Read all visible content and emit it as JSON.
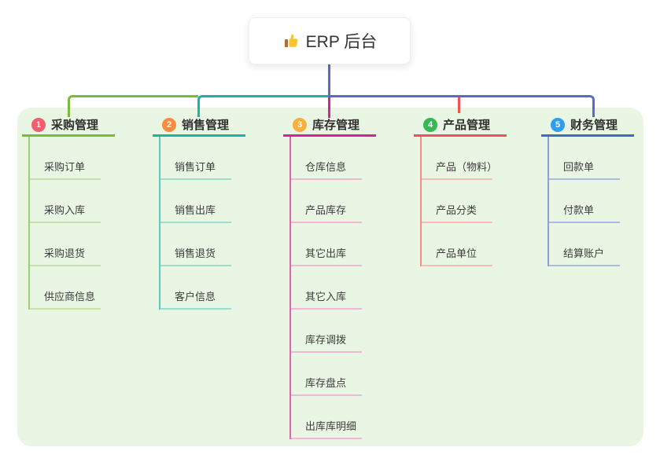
{
  "root": {
    "title": "ERP 后台",
    "icon": "thumbs-up-icon"
  },
  "branches": [
    {
      "index": "1",
      "label": "采购管理",
      "badge_color": "#f25e6d",
      "line_color": "#7cb93e",
      "child_line_color": "#c6e1a9",
      "children": [
        "采购订单",
        "采购入库",
        "采购退货",
        "供应商信息"
      ]
    },
    {
      "index": "2",
      "label": "销售管理",
      "badge_color": "#fb8c3e",
      "line_color": "#17b4a7",
      "child_line_color": "#9bdcd3",
      "children": [
        "销售订单",
        "销售出库",
        "销售退货",
        "客户信息"
      ]
    },
    {
      "index": "3",
      "label": "库存管理",
      "badge_color": "#fbb03c",
      "line_color": "#d6219c",
      "child_line_color": "#f1b6d8",
      "children": [
        "仓库信息",
        "产品库存",
        "其它出库",
        "其它入库",
        "库存调拨",
        "库存盘点",
        "出库库明细"
      ]
    },
    {
      "index": "4",
      "label": "产品管理",
      "badge_color": "#36b854",
      "line_color": "#f0544e",
      "child_line_color": "#f8bcb6",
      "children": [
        "产品（物料）",
        "产品分类",
        "产品单位"
      ]
    },
    {
      "index": "5",
      "label": "财务管理",
      "badge_color": "#2e9ff0",
      "line_color": "#4565c8",
      "child_line_color": "#abbae5",
      "children": [
        "回款单",
        "付款单",
        "结算账户"
      ]
    }
  ],
  "colors": {
    "root_connector": "#5a6bc5",
    "panel_background": "#eaf6e4",
    "canvas_background": "#ffffff"
  }
}
